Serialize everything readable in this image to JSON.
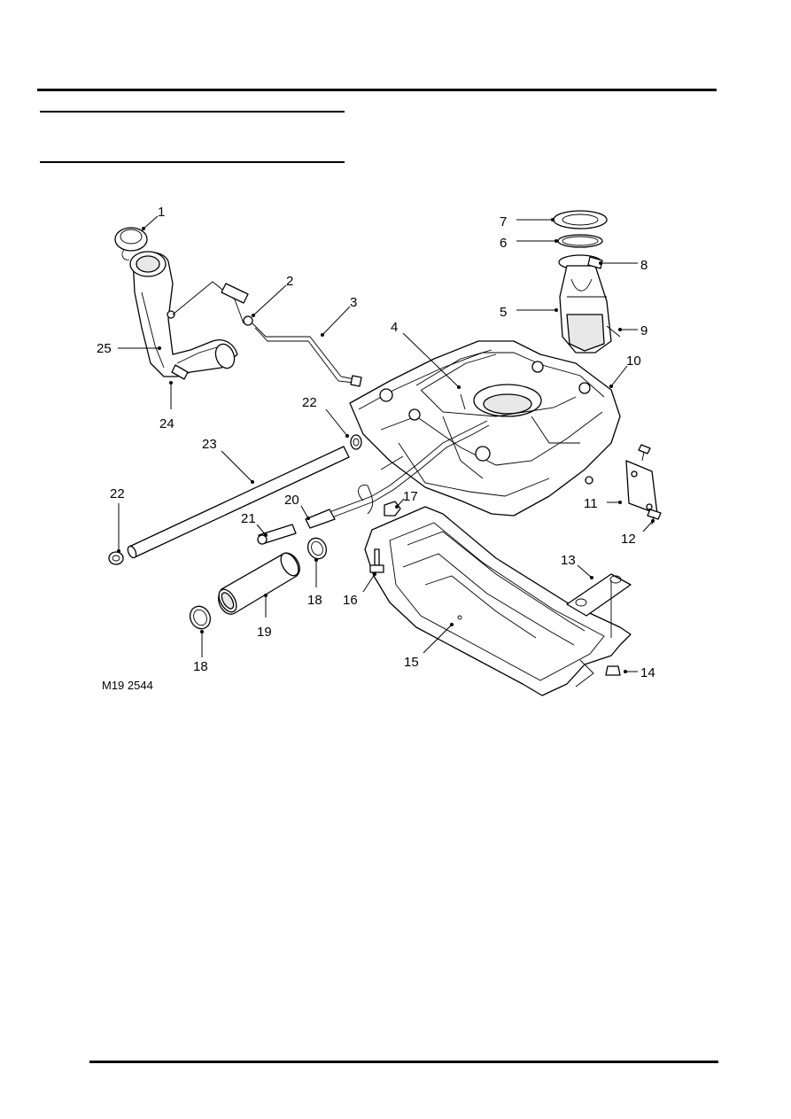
{
  "figure": {
    "id": "M19 2544",
    "callouts": [
      "1",
      "2",
      "3",
      "4",
      "5",
      "6",
      "7",
      "8",
      "9",
      "10",
      "11",
      "12",
      "13",
      "14",
      "15",
      "16",
      "17",
      "18",
      "19",
      "20",
      "21",
      "22",
      "23",
      "24",
      "25"
    ]
  }
}
